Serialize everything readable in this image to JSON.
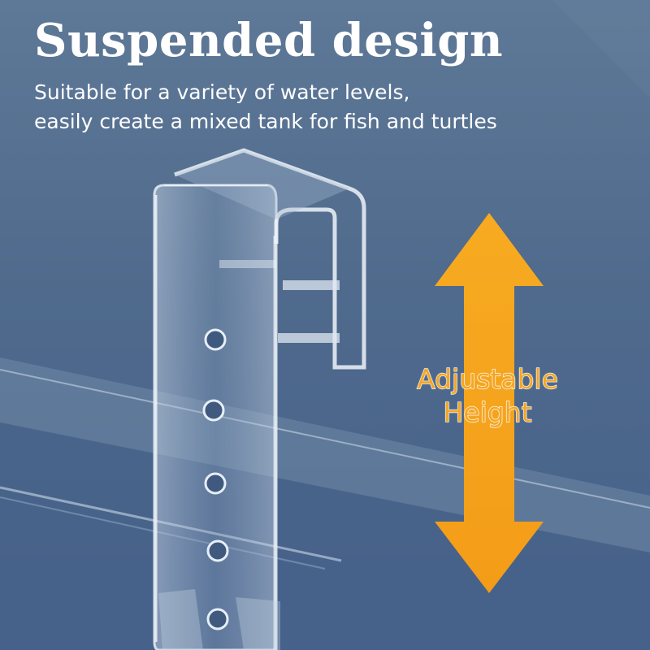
{
  "headline": "Suspended design",
  "subtitle": {
    "line1": "Suitable for a variety of water levels,",
    "line2": "easily create a mixed tank for fish and turtles"
  },
  "arrow_label": {
    "line1": "Adjustable",
    "line2": "Height"
  },
  "colors": {
    "background": "#5a7392",
    "arrow": "#f5a623",
    "text": "#ffffff"
  },
  "icons": [
    "double-headed-arrow-icon"
  ]
}
